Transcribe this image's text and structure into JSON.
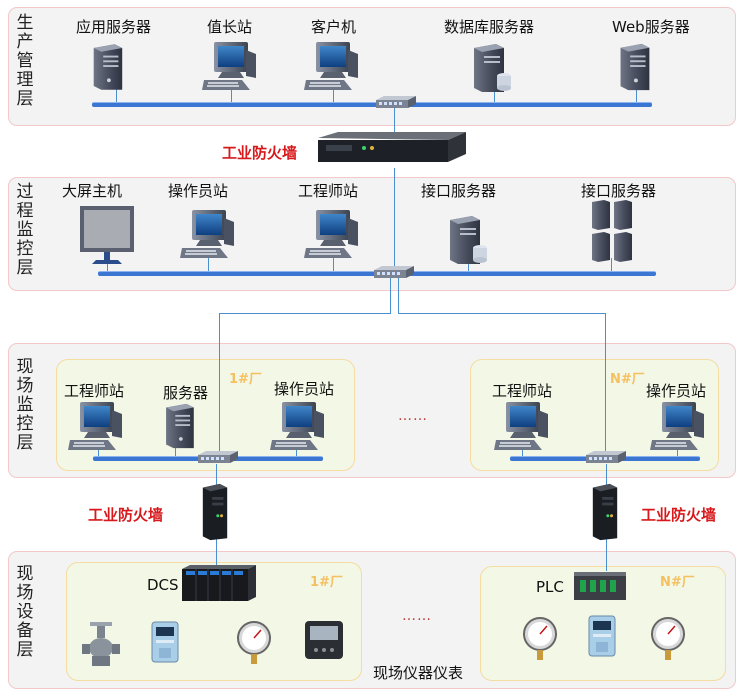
{
  "layers": [
    {
      "id": "production",
      "label": "生产管理层"
    },
    {
      "id": "process",
      "label": "过程监控层"
    },
    {
      "id": "field_monitor",
      "label": "现场监控层"
    },
    {
      "id": "field_device",
      "label": "现场设备层"
    }
  ],
  "production_nodes": [
    "应用服务器",
    "值长站",
    "客户机",
    "数据库服务器",
    "Web服务器"
  ],
  "process_nodes": [
    "大屏主机",
    "操作员站",
    "工程师站",
    "接口服务器",
    "接口服务器"
  ],
  "firewall_label": "工业防火墙",
  "field_monitor": {
    "plant1": {
      "name": "1#厂",
      "nodes": [
        "工程师站",
        "服务器",
        "操作员站"
      ]
    },
    "plantN": {
      "name": "N#厂",
      "nodes": [
        "工程师站",
        "操作员站"
      ]
    }
  },
  "field_device": {
    "plant1": {
      "name": "1#厂",
      "controller": "DCS"
    },
    "plantN": {
      "name": "N#厂",
      "controller": "PLC"
    }
  },
  "ellipsis": "……",
  "footer": "现场仪器仪表"
}
